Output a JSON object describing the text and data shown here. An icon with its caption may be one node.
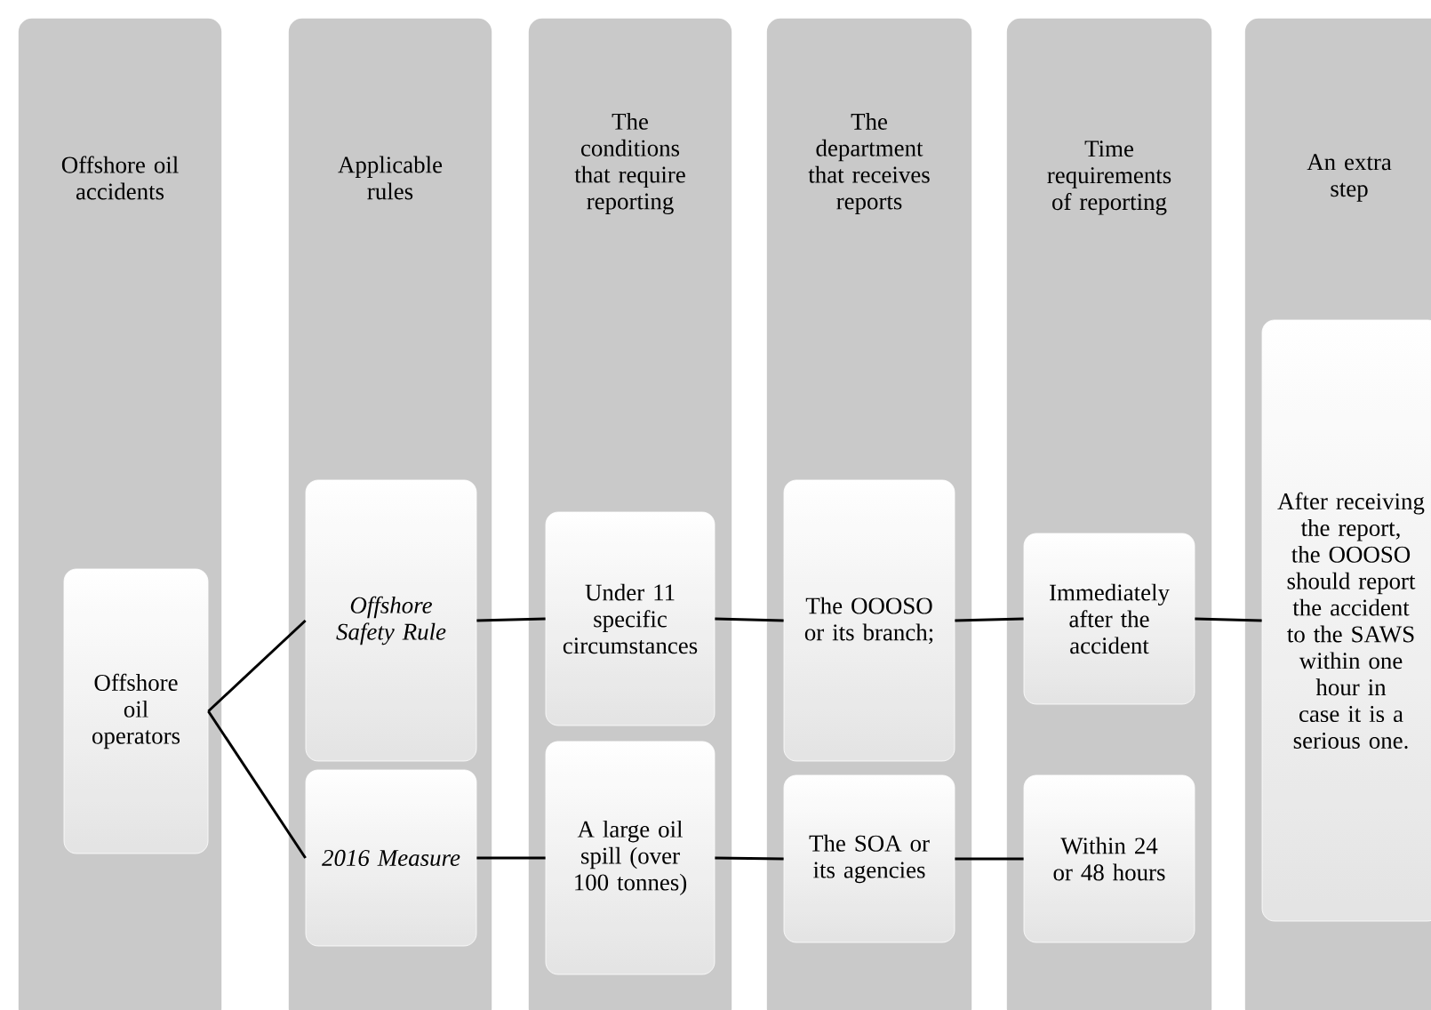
{
  "diagram": {
    "nodes": [
      {
        "text": [
          "Offshore oil accidents"
        ]
      },
      {
        "text": [
          "Applicable rules"
        ]
      },
      {
        "text": [
          "The conditions that require reporting"
        ]
      },
      {
        "text": [
          "The department that receives reports"
        ]
      },
      {
        "text": [
          "Time requirements of reporting"
        ]
      },
      {
        "text": [
          "An extra step"
        ]
      },
      {
        "text": [
          "Offshore oil operators"
        ],
        "in": 0
      },
      {
        "text": [
          "Offshore Safety Rule"
        ],
        "in": 1
      },
      {
        "text": [
          "2016 Measure"
        ],
        "in": 1
      },
      {
        "text": [
          "Under 11 specific circumstances"
        ],
        "in": 2
      },
      {
        "text": [
          "A large oil spill (over 100 tonnes)"
        ],
        "in": 2
      },
      {
        "text": [
          "The OOOSO or its branch;"
        ],
        "in": 3
      },
      {
        "text": [
          "The SOA or its agencies"
        ],
        "in": 3
      },
      {
        "text": [
          "Immediately after the accident"
        ],
        "in": 4
      },
      {
        "text": [
          "Within 24 or 48 hours"
        ],
        "in": 4
      },
      {
        "text": [
          "After receiving the report, the OOOSO should report the accident to the SAWS within one hour in case it is a serious one."
        ],
        "in": 5
      }
    ],
    "edges": [
      {
        "from": 6,
        "to": 7,
        "arrow": "none"
      },
      {
        "from": 6,
        "to": 8,
        "arrow": "none"
      },
      {
        "from": 7,
        "to": 9,
        "arrow": "none"
      },
      {
        "from": 9,
        "to": 11,
        "arrow": "none"
      },
      {
        "from": 11,
        "to": 13,
        "arrow": "none"
      },
      {
        "from": 13,
        "to": 15,
        "arrow": "none"
      },
      {
        "from": 8,
        "to": 10,
        "arrow": "none"
      },
      {
        "from": 10,
        "to": 12,
        "arrow": "none"
      },
      {
        "from": 12,
        "to": 14,
        "arrow": "none"
      }
    ]
  }
}
